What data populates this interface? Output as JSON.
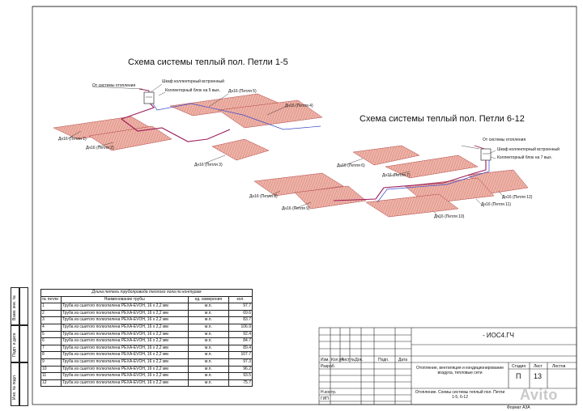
{
  "titles": {
    "scheme_1_5": "Схема системы теплый пол. Петли 1-5",
    "scheme_6_12": "Схема системы теплый пол. Петли 6-12"
  },
  "left_scheme": {
    "from_heating": "От системы отопления",
    "cabinet": "Шкаф коллекторный встроенный",
    "manifold": "Коллекторный блок на 5 вых.",
    "loops": {
      "loop5": "Дн16 (Петля 5)",
      "loop4": "Дн16 (Петля 4)",
      "loop1": "Дн16 (Петля 1)",
      "loop2": "Дн16 (Петля 2)",
      "loop3": "Дн16 (Петля 3)"
    }
  },
  "right_scheme": {
    "from_heating": "От системы отопления",
    "cabinet": "Шкаф коллекторный встроенный",
    "manifold": "Коллекторный блок на 7 вых.",
    "loops": {
      "loop6": "Дн16 (Петля 6)",
      "loop7": "Дн16 (Петля 7)",
      "loop8": "Дн16 (Петля 8)",
      "loop9": "Дн16 (Петля 9)",
      "loop10": "Дн16 (Петля 10)",
      "loop11": "Дн16 (Петля 11)",
      "loop12": "Дн16 (Петля 12)"
    }
  },
  "spec_table": {
    "caption": "Длина петель трубопровода теплого пола по контурам",
    "headers": [
      "№ петли",
      "Наименование трубы",
      "ед. измерения",
      "кол."
    ],
    "rows": [
      [
        "1",
        "Труба из сшитого полиэтилена PEXA-EVOH, 16 x 2,2 мм",
        "м.п.",
        "97.7"
      ],
      [
        "2",
        "Труба из сшитого полиэтилена PEXA-EVOH, 16 x 2,2 мм",
        "м.п.",
        "69.6"
      ],
      [
        "3",
        "Труба из сшитого полиэтилена PEXA-EVOH, 16 x 2,2 мм",
        "м.п.",
        "83.7"
      ],
      [
        "4",
        "Труба из сшитого полиэтилена PEXA-EVOH, 16 x 2,2 мм",
        "м.п.",
        "106.9"
      ],
      [
        "5",
        "Труба из сшитого полиэтилена PEXA-EVOH, 16 x 2,2 мм",
        "м.п.",
        "92.4"
      ],
      [
        "6",
        "Труба из сшитого полиэтилена PEXA-EVOH, 16 x 2,2 мм",
        "м.п.",
        "84.7"
      ],
      [
        "7",
        "Труба из сшитого полиэтилена PEXA-EVOH, 16 x 2,2 мм",
        "м.п.",
        "89.4"
      ],
      [
        "8",
        "Труба из сшитого полиэтилена PEXA-EVOH, 16 x 2,2 мм",
        "м.п.",
        "107.7"
      ],
      [
        "9",
        "Труба из сшитого полиэтилена PEXA-EVOH, 16 x 2,2 мм",
        "м.п.",
        "97.3"
      ],
      [
        "10",
        "Труба из сшитого полиэтилена PEXA-EVOH, 16 x 2,2 мм",
        "м.п.",
        "96.2"
      ],
      [
        "11",
        "Труба из сшитого полиэтилена PEXA-EVOH, 16 x 2,2 мм",
        "м.п.",
        "93.5"
      ],
      [
        "12",
        "Труба из сшитого полиэтилена PEXA-EVOH, 16 x 2,2 мм",
        "м.п.",
        "75.7"
      ]
    ]
  },
  "side_labels": [
    "Взам. инв. №",
    "Подп. и дата",
    "Инв. № подл."
  ],
  "title_block": {
    "code": "- ИОС4.ГЧ",
    "col_headers": [
      "Изм.",
      "Кол.уч",
      "Лист",
      "№Док.",
      "Подп.",
      "Дата"
    ],
    "roles": [
      "Разраб.",
      "Н.контр.",
      "ГИП"
    ],
    "project": "Отопление, вентиляция и кондиционирование воздуха, тепловые сети",
    "sheet_title": "Отопление. Схемы системы теплый пол. Петли 1-5, 6-12",
    "stage_label": "Стадия",
    "stage": "П",
    "sheet_label": "Лист",
    "sheet": "13",
    "sheets_label": "Листов",
    "sheets": "",
    "format": "Формат А3А"
  },
  "watermark": "Avito",
  "colors": {
    "heated_area": "#e8a89c",
    "loop_line": "#b24545",
    "supply": "#9b1b5a",
    "return": "#3c48c8",
    "frame": "#222222"
  }
}
